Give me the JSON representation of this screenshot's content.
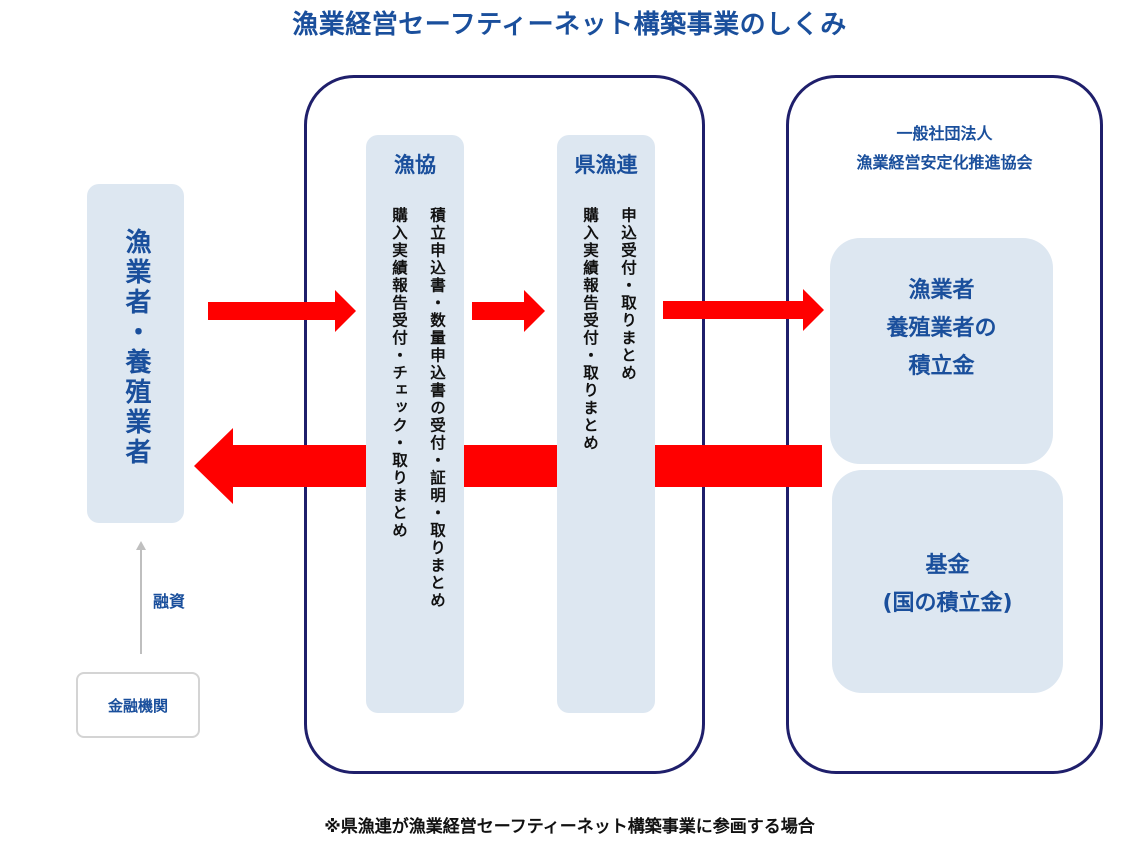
{
  "title": "漁業経営セーフティーネット構築事業のしくみ",
  "fisher": {
    "label": "漁業者・養殖業者"
  },
  "gyokyo": {
    "title": "漁協",
    "task_intake": "積立申込書・数量申込書の受付・証明・取りまとめ",
    "task_return": "購入実績報告受付・チェック・取りまとめ"
  },
  "kengyoren": {
    "title": "県漁連",
    "task_intake": "申込受付・取りまとめ",
    "task_return": "購入実績報告受付・取りまとめ"
  },
  "association": {
    "line1": "一般社団法人",
    "line2": "漁業経営安定化推進協会"
  },
  "fund_fisher": {
    "line1": "漁業者",
    "line2": "養殖業者の",
    "line3": "積立金"
  },
  "fund_national": {
    "line1": "基金",
    "line2": "(国の積立金)"
  },
  "financing": {
    "label": "融資"
  },
  "bank": {
    "label": "金融機関"
  },
  "footnote": "※県漁連が漁業経営セーフティーネット構築事業に参画する場合",
  "colors": {
    "arrow": "#ff0000",
    "outer_border": "#1f1f6b",
    "panel": "#dde7f1",
    "label_blue": "#1a4f9c"
  }
}
